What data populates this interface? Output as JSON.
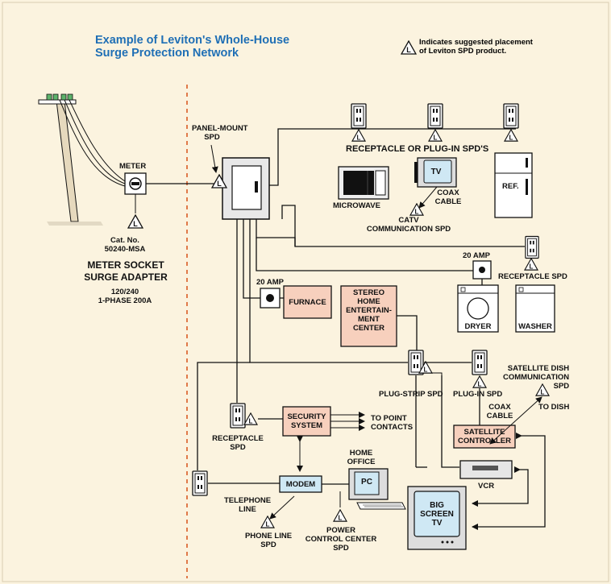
{
  "title": {
    "line1": "Example of Leviton's Whole-House",
    "line2": "Surge Protection Network"
  },
  "legend": {
    "symbol": "L",
    "line1": "Indicates suggested placement",
    "line2": "of Leviton SPD product."
  },
  "labels": {
    "meter": "METER",
    "panel_line1": "PANEL-MOUNT",
    "panel_line2": "SPD",
    "receptacle_plugin": "RECEPTACLE OR PLUG-IN SPD'S",
    "microwave": "MICROWAVE",
    "tv": "TV",
    "coax_line1": "COAX",
    "coax_line2": "CABLE",
    "catv_line1": "CATV",
    "catv_line2": "COMMUNICATION SPD",
    "ref": "REF.",
    "catno_line1": "Cat. No.",
    "catno_line2": "50240-MSA",
    "meter_socket_line1": "METER SOCKET",
    "meter_socket_line2": "SURGE ADAPTER",
    "spec_line1": "120/240",
    "spec_line2": "1-PHASE 200A",
    "amp_furnace": "20 AMP",
    "amp_dryer": "20 AMP",
    "furnace": "FURNACE",
    "stereo_lines": [
      "STEREO",
      "HOME",
      "ENTERTAIN-",
      "MENT",
      "CENTER"
    ],
    "receptacle_spd": "RECEPTACLE SPD",
    "dryer": "DRYER",
    "washer": "WASHER",
    "plug_strip": "PLUG-STRIP SPD",
    "plug_in": "PLUG-IN SPD",
    "sat_lines": [
      "SATELLITE DISH",
      "COMMUNICATION",
      "SPD"
    ],
    "to_dish": "TO DISH",
    "coax2_line1": "COAX",
    "coax2_line2": "CABLE",
    "sat_ctrl_line1": "SATELLITE",
    "sat_ctrl_line2": "CONTROLLER",
    "security_line1": "SECURITY",
    "security_line2": "SYSTEM",
    "to_point_line1": "TO POINT",
    "to_point_line2": "CONTACTS",
    "receptacle2_line1": "RECEPTACLE",
    "receptacle2_line2": "SPD",
    "home_office_line1": "HOME",
    "home_office_line2": "OFFICE",
    "pc": "PC",
    "modem": "MODEM",
    "vcr": "VCR",
    "telephone_line1": "TELEPHONE",
    "telephone_line2": "LINE",
    "phone_spd_line1": "PHONE LINE",
    "phone_spd_line2": "SPD",
    "power_lines": [
      "POWER",
      "CONTROL CENTER",
      "SPD"
    ],
    "big_tv_lines": [
      "BIG",
      "SCREEN",
      "TV"
    ]
  },
  "colors": {
    "background": "#fbf3df",
    "title": "#1f6fb5",
    "device_box": "#f7d0bd",
    "screen_blue": "#cfe8f4",
    "divider": "#e07a4a"
  }
}
